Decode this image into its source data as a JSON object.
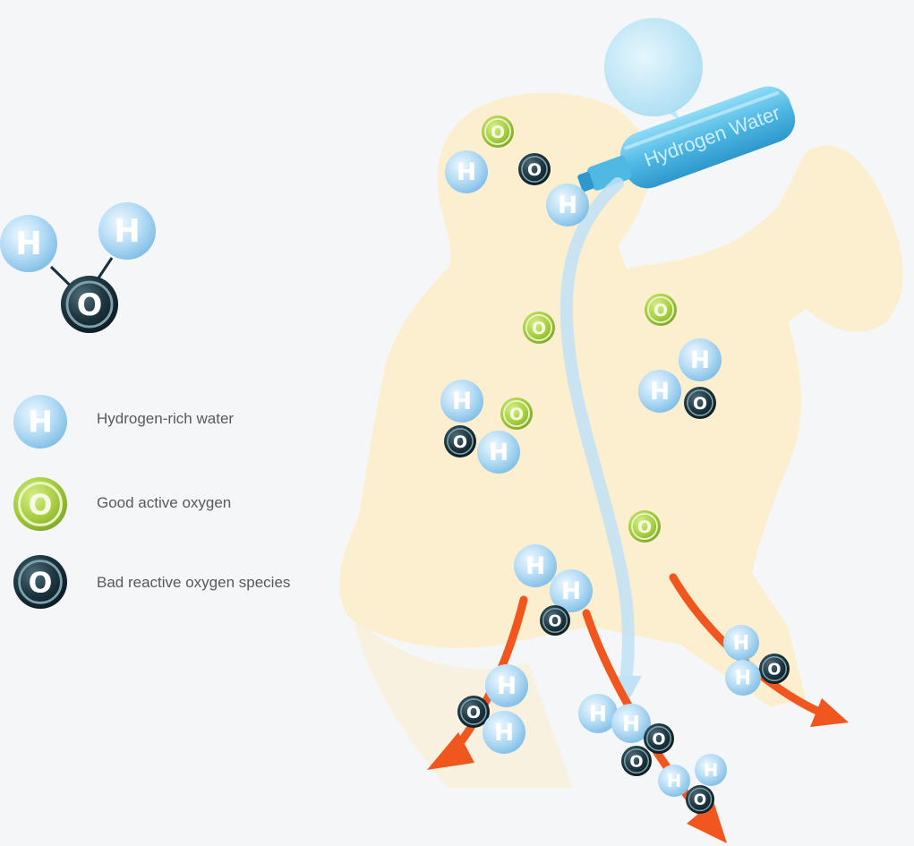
{
  "bottle": {
    "label": "Hydrogen Water",
    "color": "#5cc3e8"
  },
  "molecule_letters": {
    "hydrogen": "H",
    "oxygen": "O"
  },
  "legend": [
    {
      "kind": "hydrogen",
      "symbol": "H",
      "label": "Hydrogen-rich water"
    },
    {
      "kind": "good",
      "symbol": "O",
      "label": "Good active oxygen"
    },
    {
      "kind": "bad",
      "symbol": "O",
      "label": "Bad reactive oxygen species"
    }
  ],
  "colors": {
    "hydrogen": "#a9d6f3",
    "good_oxygen": "#9fc93c",
    "bad_oxygen": "#17303a",
    "arrow": "#f0561d",
    "body": "#fbefcf",
    "flow": "#bfe2f6"
  },
  "icons": [
    "water-molecule-icon",
    "arrow-icon",
    "bottle-icon",
    "person-silhouette"
  ]
}
